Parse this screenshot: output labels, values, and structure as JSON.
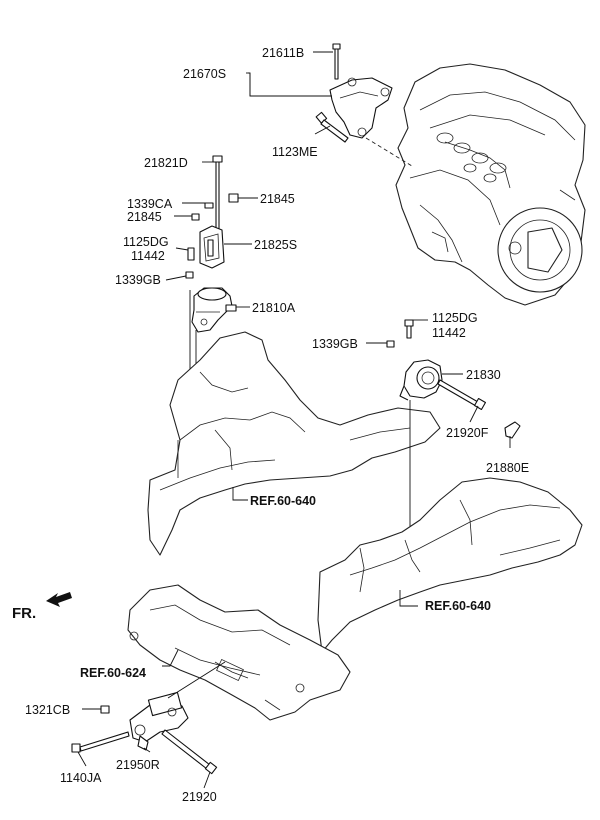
{
  "labels": {
    "p21611B": "21611B",
    "p21670S": "21670S",
    "p1123ME": "1123ME",
    "p21821D": "21821D",
    "p1339CA": "1339CA",
    "p21845a": "21845",
    "p21845b": "21845",
    "p1125DGa": "1125DG",
    "p11442a": "11442",
    "p21825S": "21825S",
    "p1339GBa": "1339GB",
    "p21810A": "21810A",
    "p1125DGb": "1125DG",
    "p11442b": "11442",
    "p1339GBb": "1339GB",
    "p21830": "21830",
    "p21920F": "21920F",
    "p21880E": "21880E",
    "p1321CB": "1321CB",
    "p1140JA": "1140JA",
    "p21950R": "21950R",
    "p21920": "21920"
  },
  "references": {
    "ref1": "REF.60-640",
    "ref2": "REF.60-640",
    "ref3": "REF.60-624"
  },
  "direction": {
    "label": "FR."
  }
}
